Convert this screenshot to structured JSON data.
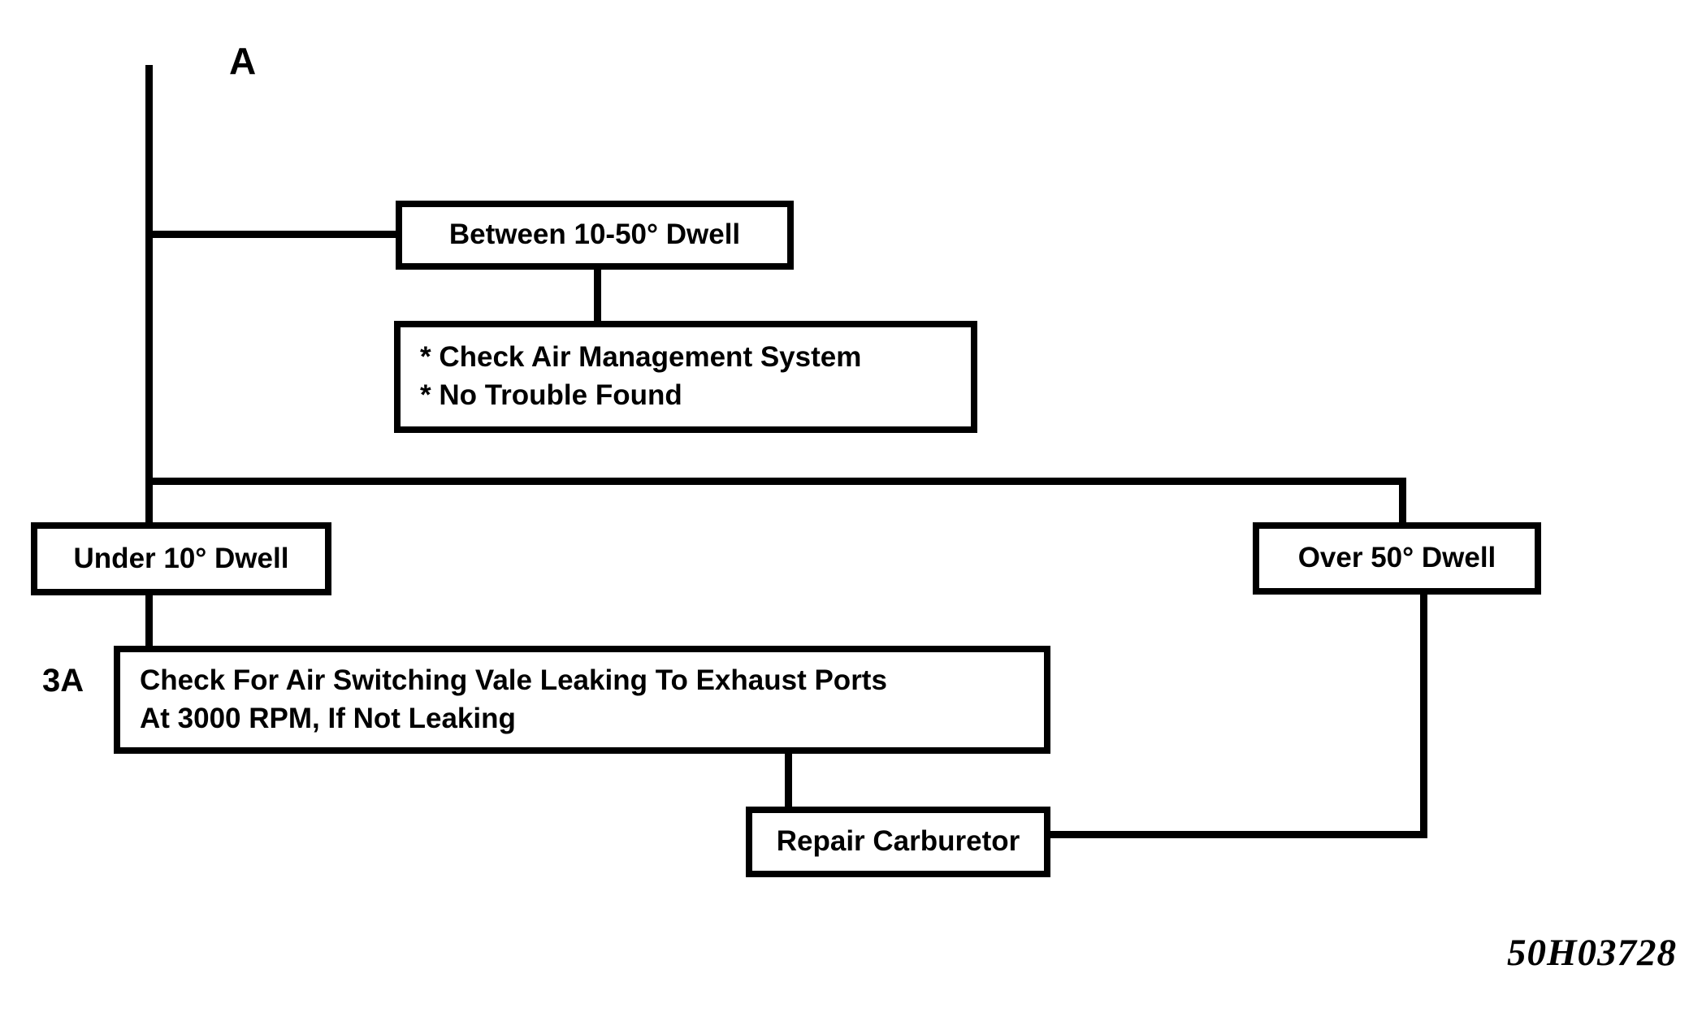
{
  "figure": {
    "branch_label": "A",
    "step_label": "3A",
    "figure_code": "50H03728"
  },
  "nodes": {
    "between_dwell": {
      "text": "Between 10-50° Dwell"
    },
    "check_air": {
      "line1": "* Check Air Management System",
      "line2": "* No Trouble Found"
    },
    "under_dwell": {
      "text": "Under 10° Dwell"
    },
    "over_dwell": {
      "text": "Over 50° Dwell"
    },
    "check_valve": {
      "line1": "Check For Air Switching Vale Leaking To Exhaust Ports",
      "line2": "At 3000 RPM, If Not Leaking"
    },
    "repair_carb": {
      "text": "Repair Carburetor"
    }
  },
  "colors": {
    "ink": "#000000",
    "paper": "#ffffff"
  }
}
